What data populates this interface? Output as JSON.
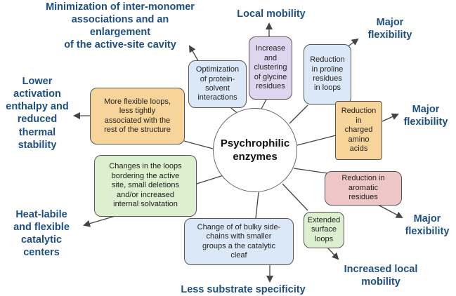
{
  "center": {
    "label": "Psychrophilic\nenzymes"
  },
  "colors": {
    "blue": "#dbe8f7",
    "purple": "#ddd6ee",
    "orange": "#f7d59a",
    "green": "#dcefcf",
    "red": "#ecc7c6",
    "text": "#1e4f82",
    "arrow": "#444444"
  },
  "features": [
    {
      "id": "optimization",
      "label": "Optimization\nof protein-\nsolvent\ninteractions",
      "color": "blue"
    },
    {
      "id": "glycine",
      "label": "Increase\nand\nclustering\nof glycine\nresidues",
      "color": "purple"
    },
    {
      "id": "proline",
      "label": "Reduction\nin proline\nresidues\nin loops",
      "color": "blue"
    },
    {
      "id": "charged",
      "label": "Reduction\nin\ncharged\namino\nacids",
      "color": "orange"
    },
    {
      "id": "aromatic",
      "label": "Reduction in\naromatic\nresidues",
      "color": "red"
    },
    {
      "id": "surface-loops",
      "label": "Extended\nsurface\nloops",
      "color": "green"
    },
    {
      "id": "bulky",
      "label": "Change of of bulky side-\nchains with smaller\ngroups a the catalytic\ncleaf",
      "color": "blue"
    },
    {
      "id": "loops-active-site",
      "label": "Changes in the loops\nbordering the active\nsite, small deletions\nand/or increased\ninternal solvatation",
      "color": "green"
    },
    {
      "id": "flexible-loops",
      "label": "More flexible loops,\nless tightly\nassociated with the\nrest of the structure",
      "color": "orange"
    }
  ],
  "outcomes": [
    {
      "id": "inter-monomer",
      "label": "Minimization of inter-monomer\nassociations and an enlargement\nof the active-site cavity"
    },
    {
      "id": "local-mobility",
      "label": "Local mobility"
    },
    {
      "id": "major-flex-1",
      "label": "Major\nflexibility"
    },
    {
      "id": "major-flex-2",
      "label": "Major\nflexibility"
    },
    {
      "id": "major-flex-3",
      "label": "Major\nflexibility"
    },
    {
      "id": "increased-local",
      "label": "Increased local\nmobility"
    },
    {
      "id": "substrate",
      "label": "Less substrate specificity"
    },
    {
      "id": "heat-labile",
      "label": "Heat-labile\nand flexible\ncatalytic\ncenters"
    },
    {
      "id": "lower-activation",
      "label": "Lower\nactivation\nenthalpy and\nreduced\nthermal\nstability"
    }
  ]
}
